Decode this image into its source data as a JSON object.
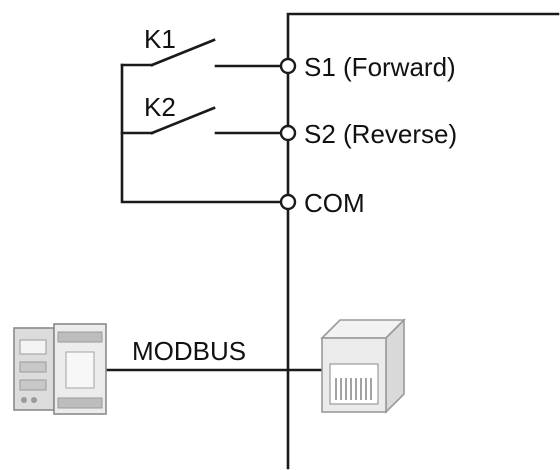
{
  "switches": [
    {
      "label": "K1"
    },
    {
      "label": "K2"
    }
  ],
  "terminals": [
    {
      "label": "S1 (Forward)"
    },
    {
      "label": "S2 (Reverse)"
    },
    {
      "label": "COM"
    }
  ],
  "bus": {
    "label": "MODBUS"
  },
  "colors": {
    "line": "#1a1a1a",
    "device": "#8a8a8a",
    "device_fill": "#e6e6e6"
  },
  "icons": {
    "plc": "plc-device-icon",
    "port": "rj45-port-icon"
  }
}
